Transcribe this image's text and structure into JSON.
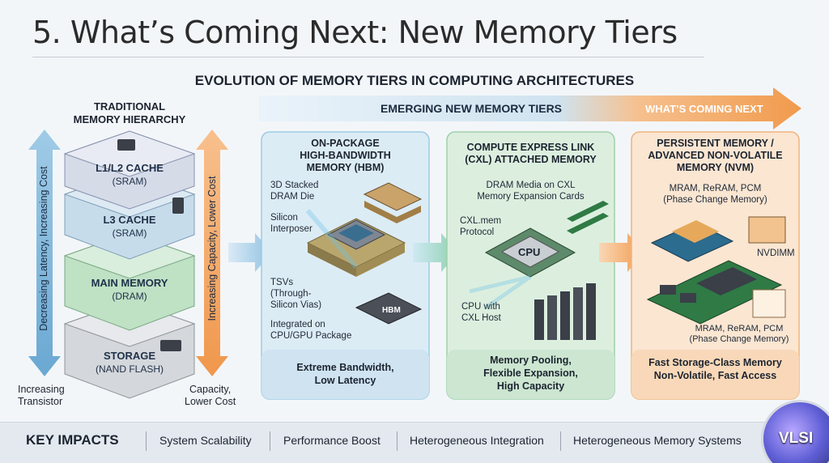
{
  "title": "5. What’s Coming Next: New Memory Tiers",
  "subtitle": "EVOLUTION OF MEMORY TIERS IN COMPUTING ARCHITECTURES",
  "traditional": {
    "title_line1": "TRADITIONAL",
    "title_line2": "MEMORY HIERARCHY",
    "layers": [
      {
        "name": "L1/L2 CACHE",
        "sub": "(SRAM)"
      },
      {
        "name": "L3 CACHE",
        "sub": "(SRAM)"
      },
      {
        "name": "MAIN MEMORY",
        "sub": "(DRAM)"
      },
      {
        "name": "STORAGE",
        "sub": "(NAND FLASH)"
      }
    ],
    "left_axis": "Decreasing Latency, Increasing Cost",
    "right_axis": "Increasing Capacity, Lower Cost",
    "left_foot_1": "Increasing",
    "left_foot_2": "Transistor",
    "right_foot_1": "Capacity,",
    "right_foot_2": "Lower Cost"
  },
  "banner": {
    "main": "EMERGING NEW MEMORY TIERS",
    "next": "WHAT’S COMING NEXT"
  },
  "hbm": {
    "title_1": "ON-PACKAGE",
    "title_2": "HIGH-BANDWIDTH",
    "title_3": "MEMORY (HBM)",
    "label_stack_1": "3D Stacked",
    "label_stack_2": "DRAM Die",
    "label_interposer_1": "Silicon",
    "label_interposer_2": "Interposer",
    "label_tsv_1": "TSVs",
    "label_tsv_2": "(Through-",
    "label_tsv_3": "Silicon Vias)",
    "label_integrated_1": "Integrated on",
    "label_integrated_2": "CPU/GPU Package",
    "chip_label": "HBM",
    "foot_1": "Extreme Bandwidth,",
    "foot_2": "Low Latency"
  },
  "cxl": {
    "title_1": "COMPUTE EXPRESS LINK",
    "title_2": "(CXL) ATTACHED MEMORY",
    "label_dram_1": "DRAM Media on CXL",
    "label_dram_2": "Memory Expansion Cards",
    "label_protocol_1": "CXL.mem",
    "label_protocol_2": "Protocol",
    "cpu_label": "CPU",
    "label_host_1": "CPU with",
    "label_host_2": "CXL Host",
    "foot_1": "Memory Pooling,",
    "foot_2": "Flexible Expansion,",
    "foot_3": "High Capacity"
  },
  "nvm": {
    "title_1": "PERSISTENT MEMORY /",
    "title_2": "ADVANCED NON-VOLATILE",
    "title_3": "MEMORY (NVM)",
    "label_types_1": "MRAM, ReRAM, PCM",
    "label_types_2": "(Phase Change Memory)",
    "label_nvdimm": "NVDIMM",
    "label_types2_1": "MRAM, ReRAM, PCM",
    "label_types2_2": "(Phase Change Memory)",
    "foot_1": "Fast Storage-Class Memory",
    "foot_2": "Non-Volatile, Fast Access"
  },
  "key_impacts": {
    "label": "KEY IMPACTS",
    "items": [
      "System Scalability",
      "Performance Boost",
      "Heterogeneous Integration",
      "Heterogeneous Memory Systems"
    ]
  },
  "logo": "VLSI",
  "colors": {
    "hbm_panel": "#dcecf5",
    "cxl_panel": "#dcefdf",
    "nvm_panel": "#fbe6d2",
    "orange": "#f4a35c",
    "blue_arrow": "#7fb8dc"
  }
}
